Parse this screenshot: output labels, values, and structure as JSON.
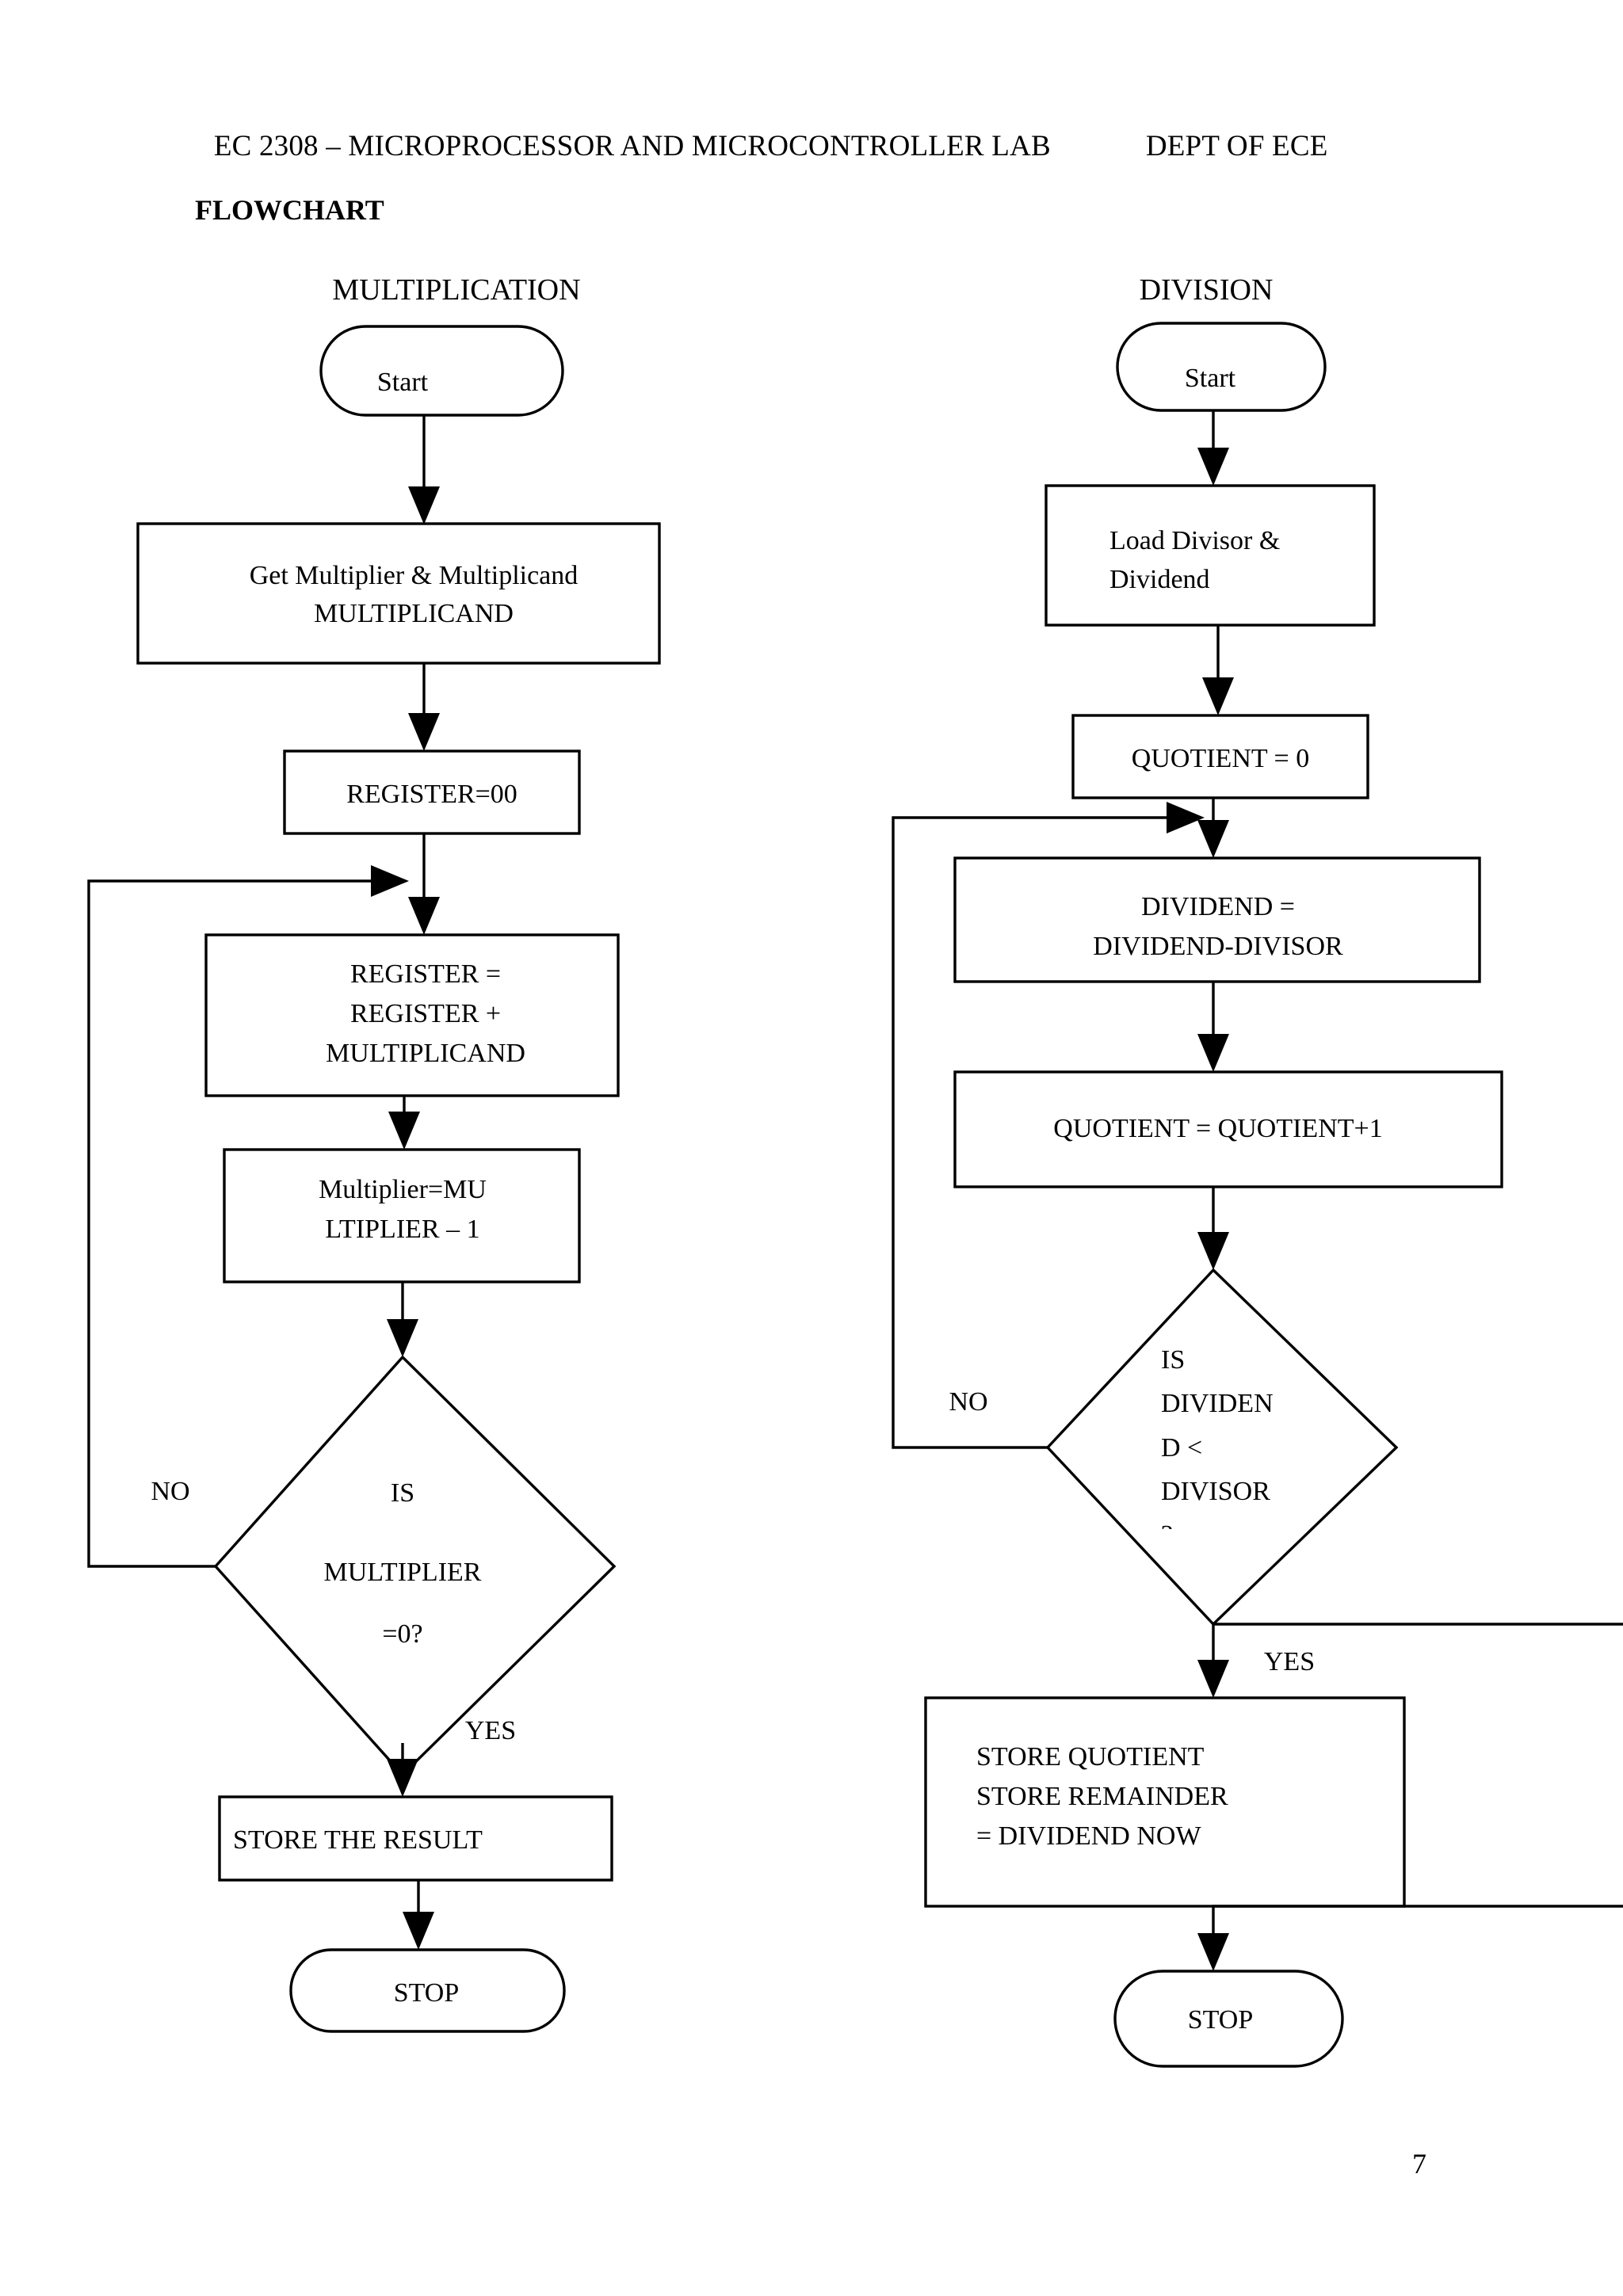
{
  "document": {
    "header": {
      "course": "EC 2308 – MICROPROCESSOR AND MICROCONTROLLER LAB",
      "dept": "DEPT OF ECE"
    },
    "section_title": "FLOWCHART",
    "page_number": "7"
  },
  "colors": {
    "ink": "#000000",
    "paper": "#ffffff"
  },
  "charts": [
    {
      "id": "multiplication",
      "title": "MULTIPLICATION",
      "nodes": [
        {
          "id": "m-start",
          "type": "terminator",
          "lines": [
            "Start"
          ],
          "align": "center"
        },
        {
          "id": "m-get",
          "type": "process",
          "lines": [
            "Get Multiplier & Multiplicand",
            "MULTIPLICAND"
          ],
          "align": "center"
        },
        {
          "id": "m-reg0",
          "type": "process",
          "lines": [
            "REGISTER=00"
          ],
          "align": "center"
        },
        {
          "id": "m-accum",
          "type": "process",
          "lines": [
            "REGISTER =",
            "REGISTER +",
            "MULTIPLICAND"
          ],
          "align": "center"
        },
        {
          "id": "m-dec",
          "type": "process",
          "lines": [
            "Multiplier=MU",
            "LTIPLIER – 1"
          ],
          "align": "center"
        },
        {
          "id": "m-test",
          "type": "decision",
          "lines": [
            "IS",
            "MULTIPLIER",
            "=0?"
          ],
          "align": "center"
        },
        {
          "id": "m-store",
          "type": "process",
          "lines": [
            "STORE THE RESULT"
          ],
          "align": "left"
        },
        {
          "id": "m-stop",
          "type": "terminator",
          "lines": [
            "STOP"
          ],
          "align": "center"
        }
      ],
      "branch_labels": [
        {
          "id": "m-no",
          "text": "NO"
        },
        {
          "id": "m-yes",
          "text": "YES"
        }
      ]
    },
    {
      "id": "division",
      "title": "DIVISION",
      "nodes": [
        {
          "id": "d-start",
          "type": "terminator",
          "lines": [
            "Start"
          ],
          "align": "center"
        },
        {
          "id": "d-load",
          "type": "process",
          "lines": [
            "Load Divisor &",
            "Dividend"
          ],
          "align": "left"
        },
        {
          "id": "d-quot0",
          "type": "process",
          "lines": [
            "QUOTIENT = 0"
          ],
          "align": "center"
        },
        {
          "id": "d-sub",
          "type": "process",
          "lines": [
            "DIVIDEND =",
            "DIVIDEND-DIVISOR"
          ],
          "align": "center"
        },
        {
          "id": "d-inc",
          "type": "process",
          "lines": [
            "QUOTIENT =  QUOTIENT+1"
          ],
          "align": "center"
        },
        {
          "id": "d-test",
          "type": "decision",
          "lines": [
            "IS",
            "DIVIDEN",
            "D <",
            "DIVISOR",
            "?"
          ],
          "align": "left"
        },
        {
          "id": "d-store",
          "type": "process",
          "lines": [
            "STORE QUOTIENT",
            "STORE REMAINDER",
            "= DIVIDEND NOW"
          ],
          "align": "left"
        },
        {
          "id": "d-stop",
          "type": "terminator",
          "lines": [
            "STOP"
          ],
          "align": "center"
        }
      ],
      "branch_labels": [
        {
          "id": "d-no",
          "text": "NO"
        },
        {
          "id": "d-yes",
          "text": "YES"
        }
      ]
    }
  ]
}
